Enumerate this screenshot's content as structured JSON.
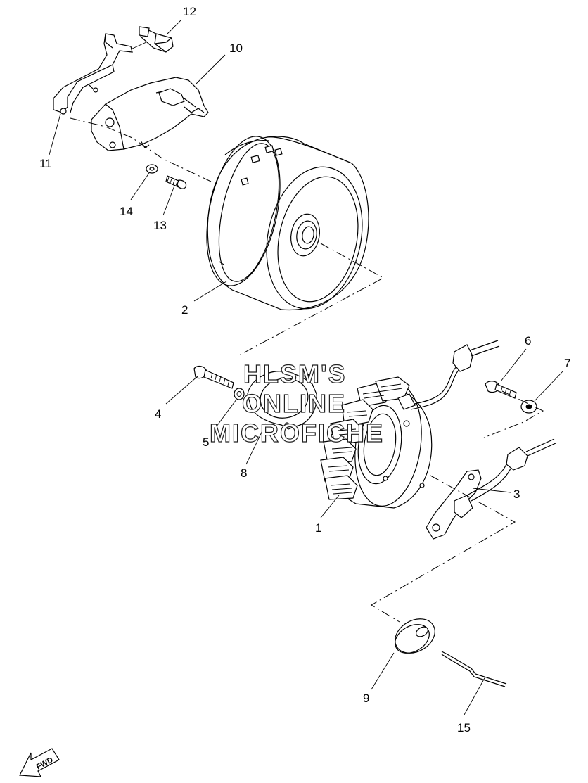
{
  "watermark": {
    "line1": "HLSM'S",
    "line2": "ONLINE",
    "line3": "MICROFICHE"
  },
  "fwd_marker": "FWD",
  "labels": [
    {
      "id": "label-1",
      "text": "1"
    },
    {
      "id": "label-2",
      "text": "2"
    },
    {
      "id": "label-3",
      "text": "3"
    },
    {
      "id": "label-4",
      "text": "4"
    },
    {
      "id": "label-5",
      "text": "5"
    },
    {
      "id": "label-6",
      "text": "6"
    },
    {
      "id": "label-7",
      "text": "7"
    },
    {
      "id": "label-8",
      "text": "8"
    },
    {
      "id": "label-9",
      "text": "9"
    },
    {
      "id": "label-10",
      "text": "10"
    },
    {
      "id": "label-11",
      "text": "11"
    },
    {
      "id": "label-12",
      "text": "12"
    },
    {
      "id": "label-13",
      "text": "13"
    },
    {
      "id": "label-14",
      "text": "14"
    },
    {
      "id": "label-15",
      "text": "15"
    }
  ]
}
